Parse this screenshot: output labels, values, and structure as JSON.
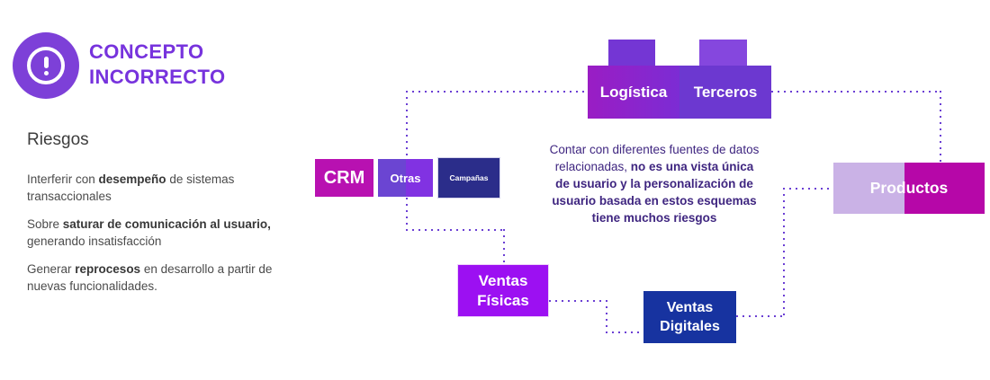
{
  "header": {
    "title_line1": "CONCEPTO",
    "title_line2": "INCORRECTO",
    "icon": "alert-icon"
  },
  "risks": {
    "heading": "Riesgos",
    "items": [
      {
        "pre": "Interferir con ",
        "bold": "desempeño",
        "post": " de sistemas transaccionales"
      },
      {
        "pre": "Sobre ",
        "bold": "saturar de comunicación al usuario,",
        "post": " generando insatisfacción"
      },
      {
        "pre": "Generar ",
        "bold": "reprocesos",
        "post": " en desarrollo a partir de nuevas funcionalidades."
      }
    ]
  },
  "diagram": {
    "note": {
      "regular": "Contar con diferentes fuentes de datos relacionadas, ",
      "bold": "no es una vista única de usuario y la personalización de usuario basada en estos esquemas tiene muchos riesgos"
    },
    "blocks": {
      "logistica": {
        "label": "Logística"
      },
      "terceros": {
        "label": "Terceros"
      },
      "crm": {
        "label": "CRM"
      },
      "otras": {
        "label": "Otras"
      },
      "campanas": {
        "label": "Campañas"
      },
      "ventas_fisicas": {
        "label1": "Ventas",
        "label2": "Físicas"
      },
      "ventas_digitales": {
        "label1": "Ventas",
        "label2": "Digitales"
      },
      "productos": {
        "label": "Productos"
      }
    }
  },
  "colors": {
    "title_accent": "#7733dd",
    "icon_circle": "#7d40d8",
    "dotted_line": "#6b3fd4",
    "note_text": "#3f2680",
    "body_text": "#4b4b4b",
    "logistica_bg": "linear-gradient(90deg, #9a1dc4, #7c2cd4)",
    "terceros_bg": "#6c38d0",
    "stud_left_bg": "#7436d4",
    "stud_right_bg": "#8547de",
    "crm_bg": "#b811b1",
    "otras_bg": "linear-gradient(90deg, #6b45d2 0 51%, #8132e2 51%)",
    "campanas_bg": "#2b2d8a",
    "ventas_fisicas_bg": "#9c10f2",
    "ventas_digitales_bg": "#1733a0",
    "productos_bg": "linear-gradient(90deg, #cab2e6 0 47%, #b607a8 47%)"
  }
}
